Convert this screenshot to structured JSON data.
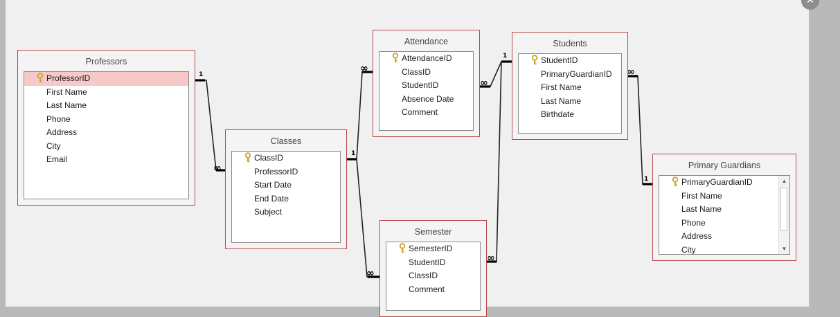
{
  "window": {
    "close_label": "✕",
    "close_icon": "close-icon"
  },
  "tables": {
    "professors": {
      "title": "Professors",
      "fields": [
        "ProfessorID",
        "First Name",
        "Last Name",
        "Phone",
        "Address",
        "City",
        "Email"
      ]
    },
    "classes": {
      "title": "Classes",
      "fields": [
        "ClassID",
        "ProfessorID",
        "Start Date",
        "End Date",
        "Subject"
      ]
    },
    "attendance": {
      "title": "Attendance",
      "fields": [
        "AttendanceID",
        "ClassID",
        "StudentID",
        "Absence Date",
        "Comment"
      ]
    },
    "students": {
      "title": "Students",
      "fields": [
        "StudentID",
        "PrimaryGuardianID",
        "First Name",
        "Last Name",
        "Birthdate"
      ]
    },
    "semester": {
      "title": "Semester",
      "fields": [
        "SemesterID",
        "StudentID",
        "ClassID",
        "Comment"
      ]
    },
    "primary_guardians": {
      "title": "Primary Guardians",
      "fields": [
        "PrimaryGuardianID",
        "First Name",
        "Last Name",
        "Phone",
        "Address",
        "City"
      ]
    }
  },
  "selected_field": "ProfessorID",
  "cardinality": {
    "one": "1",
    "many": "∞"
  },
  "colors": {
    "table_border": "#b8484c",
    "selection": "#f7c8c8",
    "key_icon": "#c9a227",
    "canvas": "#f0f0f0"
  }
}
